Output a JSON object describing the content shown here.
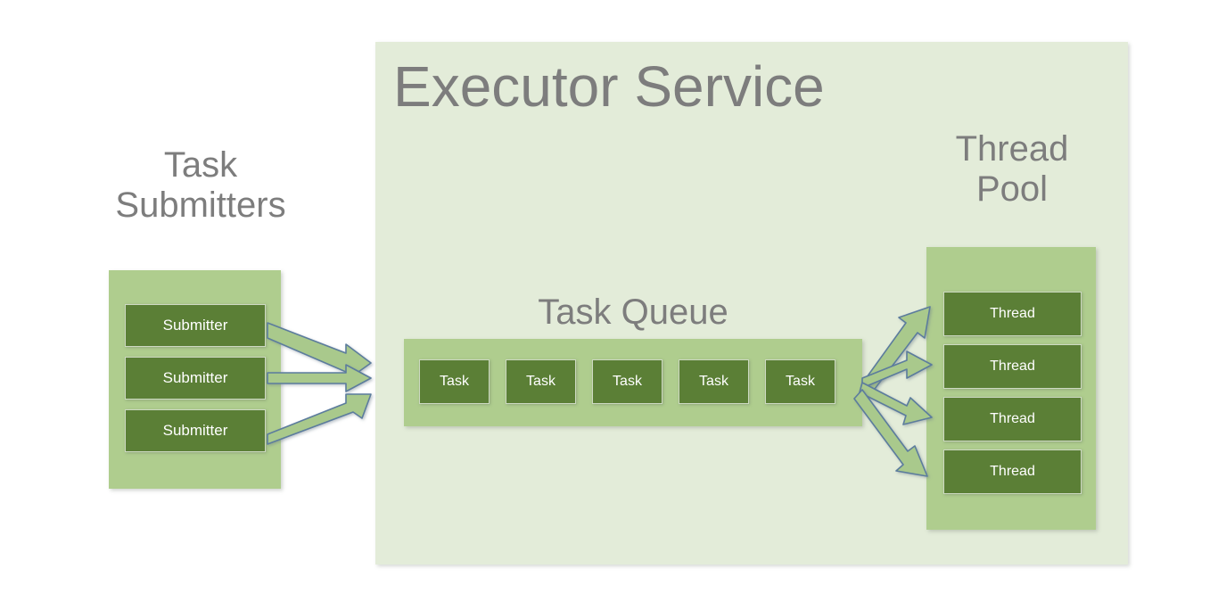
{
  "diagram": {
    "title": "Executor Service",
    "background_color": "#ffffff",
    "colors": {
      "panel_light": "#e3ecd9",
      "panel_mid": "#afcd8e",
      "box_dark": "#5b7f36",
      "heading_text": "#7d7d7d",
      "box_text": "#ffffff",
      "arrow_fill": "#a9c98c",
      "arrow_stroke": "#5b7c9d"
    }
  },
  "submitters_group": {
    "title": "Task\nSubmitters",
    "items": [
      {
        "label": "Submitter"
      },
      {
        "label": "Submitter"
      },
      {
        "label": "Submitter"
      }
    ]
  },
  "executor_service": {
    "title": "Executor Service",
    "queue": {
      "title": "Task Queue",
      "items": [
        {
          "label": "Task"
        },
        {
          "label": "Task"
        },
        {
          "label": "Task"
        },
        {
          "label": "Task"
        },
        {
          "label": "Task"
        }
      ]
    },
    "thread_pool": {
      "title": "Thread\nPool",
      "items": [
        {
          "label": "Thread"
        },
        {
          "label": "Thread"
        },
        {
          "label": "Thread"
        },
        {
          "label": "Thread"
        }
      ]
    }
  }
}
